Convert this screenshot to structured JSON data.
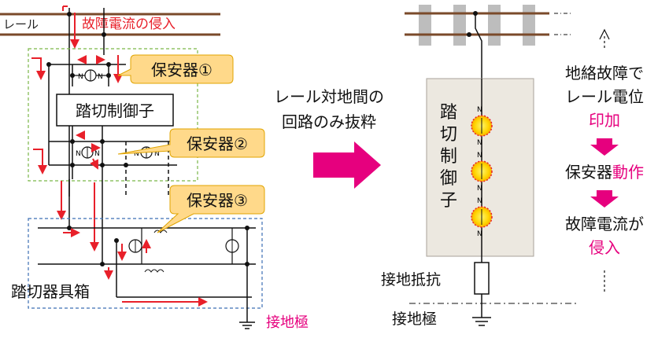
{
  "left": {
    "rail_label": "レール",
    "fault_current_label": "故障電流の侵入",
    "controller_label": "踏切制御子",
    "protectors": [
      "保安器①",
      "保安器②",
      "保安器③"
    ],
    "equipment_box_label": "踏切器具箱",
    "ground_electrode_label": "接地極"
  },
  "arrow_text": [
    "レール対地間の",
    "回路のみ抜粋"
  ],
  "right": {
    "controller_vertical": [
      "踏",
      "切",
      "制",
      "御",
      "子"
    ],
    "resistor_label": "接地抵抗",
    "ground_label": "接地極",
    "explanation": {
      "line1": "地絡故障で",
      "line2": "レール電位",
      "line3": "印加",
      "line4_prefix": "保安器",
      "line4_suffix": "動作",
      "line5": "故障電流が",
      "line6": "侵入"
    }
  },
  "colors": {
    "red": "#e8202a",
    "pink": "#e6007e",
    "rail": "#7a4a2a",
    "callout_fill": "#ffd98a",
    "callout_stroke": "#e0a400",
    "green_dash": "#7ab648",
    "blue_dash": "#3c6fb4",
    "panel_fill": "#ece8e0"
  }
}
